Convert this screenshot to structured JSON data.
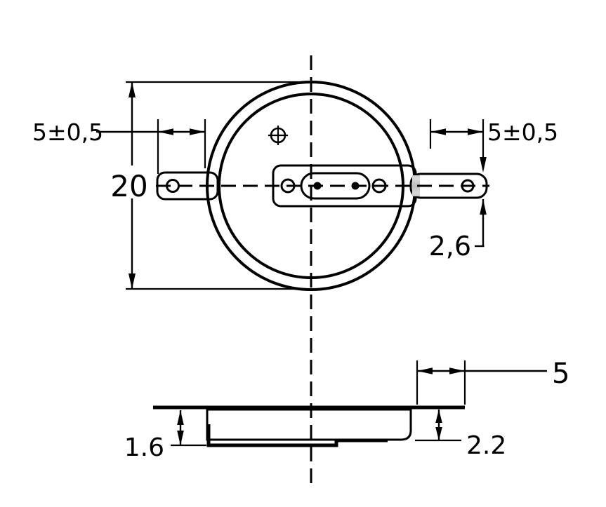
{
  "drawing": {
    "labels": {
      "dim_left_tab": "5±0,5",
      "dim_diameter": "20",
      "dim_right_tab": "5±0,5",
      "dim_strip_width": "2,6",
      "dim_height_left": "1.6",
      "dim_height_right": "2.2",
      "dim_side_tab": "5"
    },
    "colors": {
      "background": "#ffffff",
      "cell_yellow": "#f7f428",
      "metal_gray_light": "#dcdcdc",
      "metal_gray_dark": "#b3b3b3",
      "line_black": "#000000"
    }
  }
}
